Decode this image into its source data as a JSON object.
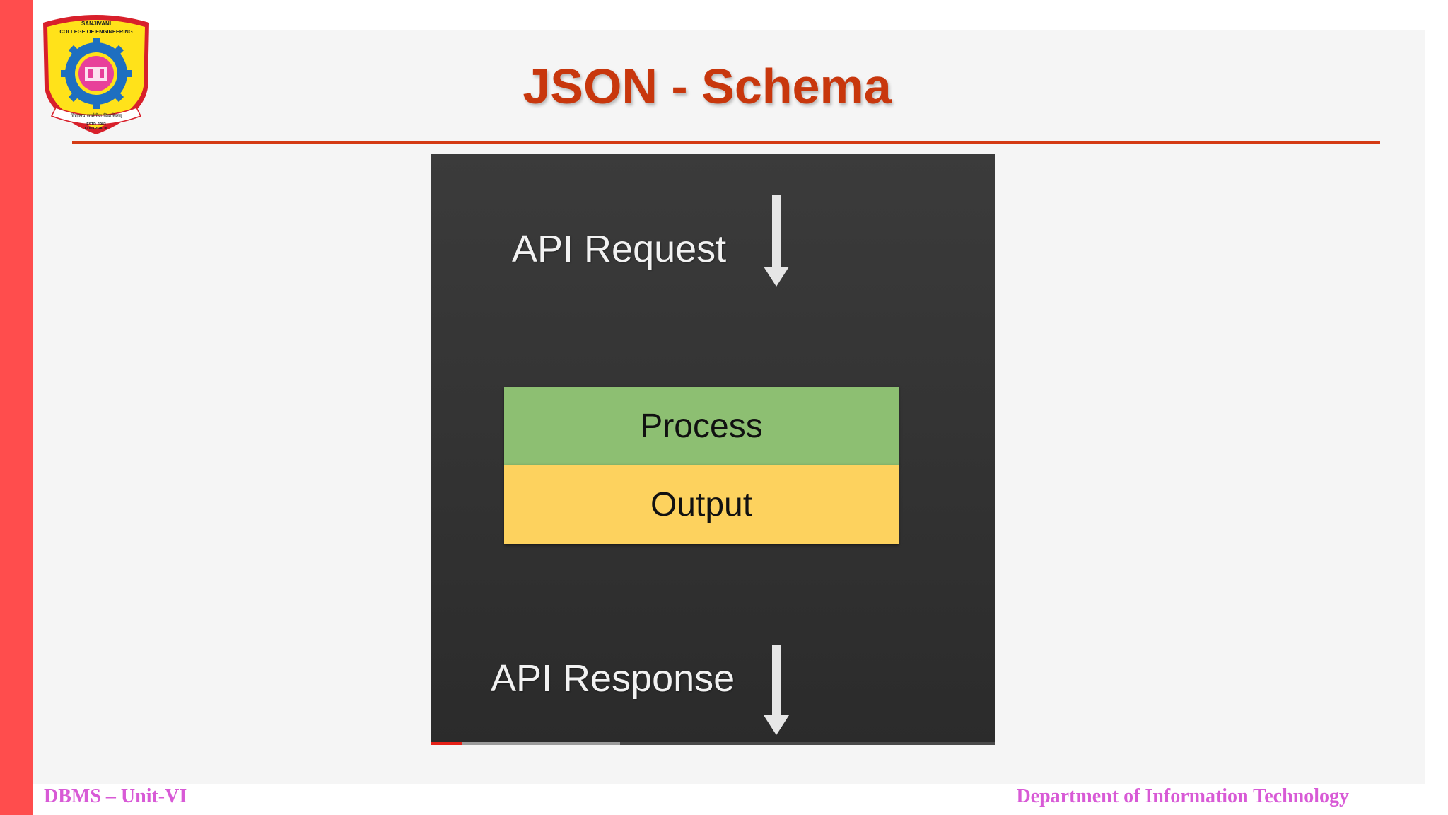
{
  "slide": {
    "title": "JSON - Schema",
    "logo": {
      "top_text_1": "SANJIVANI",
      "top_text_2": "COLLEGE OF ENGINEERING",
      "motto": "विद्यालय सर्वांगीण विकसितम्",
      "estd": "ESTD. 1983",
      "place": "KOPARGAON"
    },
    "footer_left": "DBMS – Unit-VI",
    "footer_right": "Department of Information Technology"
  },
  "video": {
    "request_label": "API Request",
    "process_label": "Process",
    "output_label": "Output",
    "response_label": "API Response",
    "progress_played": 0.055,
    "progress_loaded": 0.335
  },
  "colors": {
    "accent_red": "#ff4d4d",
    "title_color": "#c8370d",
    "process_green": "#8dbf72",
    "output_yellow": "#fdd25e",
    "footer_pink": "#d85ad6"
  }
}
